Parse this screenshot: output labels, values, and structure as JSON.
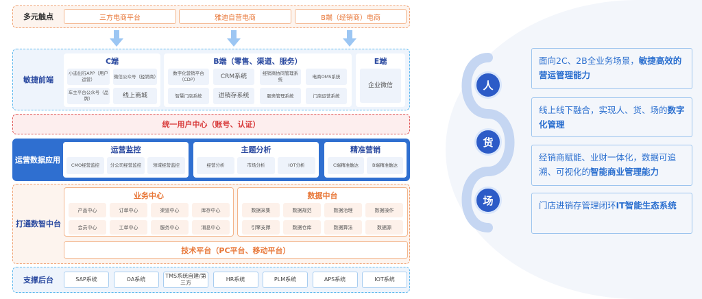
{
  "touchpoints": {
    "label": "多元触点",
    "items": [
      "三方电商平台",
      "雅迪自营电商",
      "B端（经销商）电商"
    ]
  },
  "front": {
    "label": "敏捷前端",
    "c": {
      "title": "C端",
      "items": [
        "小迪出行APP（用户运营）",
        "微信公众号（经销商）",
        "车主平台公众号（品牌）",
        "线上商城"
      ]
    },
    "b": {
      "title": "B端（零售、渠道、服务）",
      "items": [
        "数字化营销平台（CDP）",
        "CRM系统",
        "经销商协同管理系统",
        "电商OMS系统",
        "智慧门店系统",
        "进销存系统",
        "服务管理系统",
        "门店运营系统"
      ]
    },
    "e": {
      "title": "E端",
      "items": [
        "企业微信"
      ]
    }
  },
  "user_center": "统一用户中心（账号、认证）",
  "data_app": {
    "label": "运营数据应用",
    "panels": [
      {
        "title": "运营监控",
        "items": [
          "CMO经营监控",
          "分公司经营监控",
          "领域经营监控"
        ]
      },
      {
        "title": "主题分析",
        "items": [
          "经营分析",
          "市场分析",
          "IOT分析"
        ]
      },
      {
        "title": "精准营销",
        "items": [
          "C端精准触达",
          "B端精准触达"
        ]
      }
    ]
  },
  "middle": {
    "label": "打通数智中台",
    "biz": {
      "title": "业务中心",
      "items": [
        "产品中心",
        "订单中心",
        "渠道中心",
        "库存中心",
        "会员中心",
        "工单中心",
        "服务中心",
        "消息中心"
      ]
    },
    "data": {
      "title": "数据中台",
      "items": [
        "数据采集",
        "数据规范",
        "数据治理",
        "数据操作",
        "引擎支撑",
        "数据仓库",
        "数据算法",
        "数据源"
      ]
    },
    "tech": "技术平台（PC平台、移动平台）"
  },
  "backend": {
    "label": "支撑后台",
    "items": [
      "SAP系统",
      "OA系统",
      "TMS系统自建/第三方",
      "HR系统",
      "PLM系统",
      "APS系统",
      "IOT系统"
    ]
  },
  "nodes": [
    "人",
    "货",
    "场"
  ],
  "benefits": [
    {
      "text": "面向2C、2B全业务场景，",
      "bold": "敏捷高效的营运管理能力"
    },
    {
      "text": "线上线下融合，实现人、货、场的",
      "bold": "数字化管理"
    },
    {
      "text": "经销商赋能、业财一体化，数据可追溯、可视化的",
      "bold": "智能商业管理能力"
    },
    {
      "text": "门店进销存管理闭环",
      "bold": "IT智能生态系统"
    }
  ]
}
